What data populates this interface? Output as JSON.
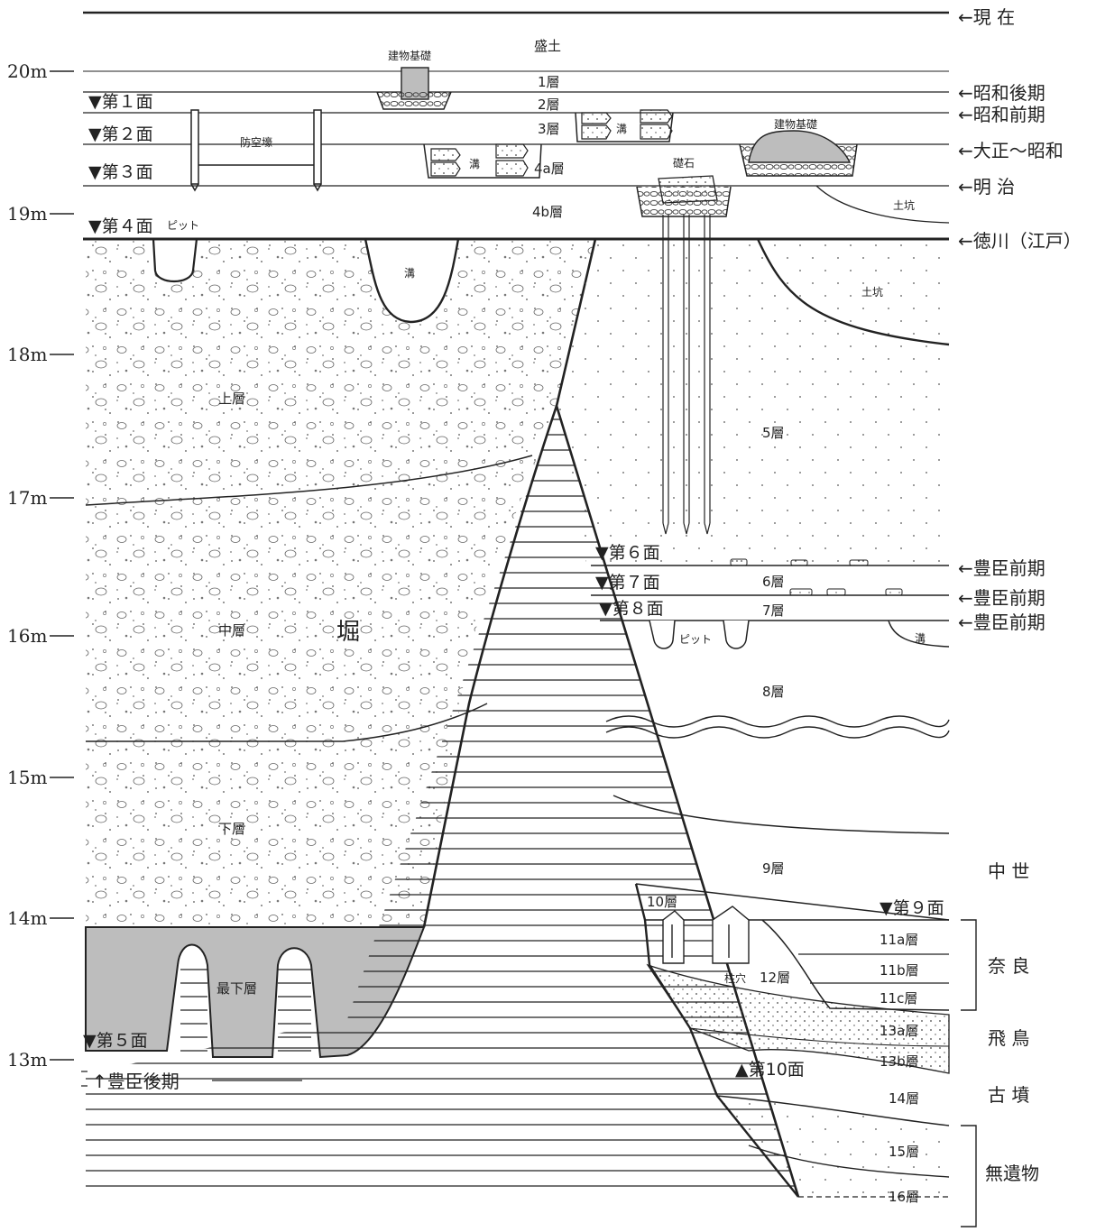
{
  "elevations": [
    "20m",
    "19m",
    "18m",
    "17m",
    "16m",
    "15m",
    "14m",
    "13m"
  ],
  "periods": {
    "present": "←現 在",
    "showa_late": "←昭和後期",
    "showa_early": "←昭和前期",
    "taisho_showa": "←大正～昭和",
    "meiji": "←明 治",
    "tokugawa": "←徳川（江戸）",
    "toyotomi_a": "←豊臣前期",
    "toyotomi_b": "←豊臣前期",
    "toyotomi_c": "←豊臣前期",
    "chusei": "中 世",
    "nara": "奈 良",
    "asuka": "飛 鳥",
    "kofun": "古 墳",
    "no_remains": "無遺物",
    "toyotomi_late": "↑豊臣後期"
  },
  "surfaces": {
    "s1": "▼第１面",
    "s2": "▼第２面",
    "s3": "▼第３面",
    "s4": "▼第４面",
    "s5": "▼第５面",
    "s6": "▼第６面",
    "s7": "▼第７面",
    "s8": "▼第８面",
    "s9": "▼第９面",
    "s10": "▲第10面"
  },
  "layers": {
    "fill": "盛土",
    "l1": "1層",
    "l2": "2層",
    "l3": "3層",
    "l4a": "4a層",
    "l4b": "4b層",
    "l5": "5層",
    "l6": "6層",
    "l7": "7層",
    "l8": "8層",
    "l9": "9層",
    "l10": "10層",
    "l11a": "11a層",
    "l11b": "11b層",
    "l11c": "11c層",
    "l12": "12層",
    "l13a": "13a層",
    "l13b": "13b層",
    "l14": "14層",
    "l15": "15層",
    "l16": "16層"
  },
  "moat": {
    "title": "堀",
    "upper": "上層",
    "middle": "中層",
    "lower": "下層",
    "bottom": "最下層"
  },
  "features": {
    "building_foundation": "建物基礎",
    "building_foundation_2": "建物基礎",
    "air_raid_shelter": "防空壕",
    "ditch_1": "溝",
    "ditch_2": "溝",
    "ditch_3": "溝",
    "ditch_4": "溝",
    "foundation_stone": "礎石",
    "pit_1": "ピット",
    "pit_2": "ピット",
    "earth_pit_1": "土坑",
    "earth_pit_2": "土坑",
    "post_hole": "柱穴"
  },
  "colors": {
    "line": "#222222",
    "gray_fill": "#bdbdbd",
    "background": "#ffffff"
  }
}
